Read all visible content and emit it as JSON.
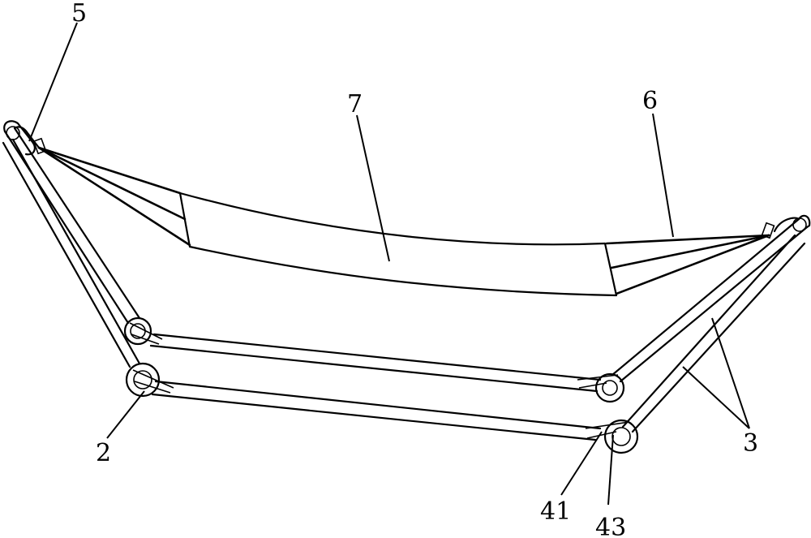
{
  "labels": {
    "l5": "5",
    "l7": "7",
    "l6": "6",
    "l2": "2",
    "l3": "3",
    "l41": "41",
    "l43": "43"
  }
}
